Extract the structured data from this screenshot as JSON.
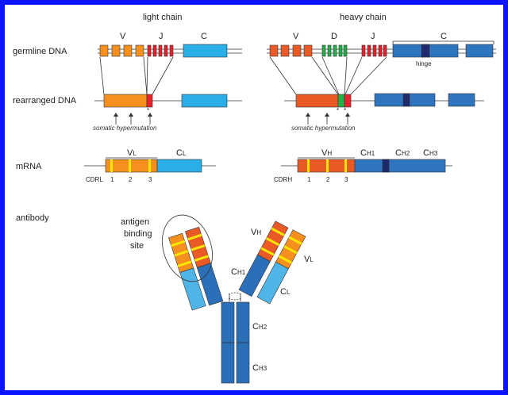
{
  "colors": {
    "border": "#0a14ff",
    "v_light": "#f5901e",
    "j_light": "#e8212a",
    "c_light": "#29aee8",
    "v_heavy": "#ea5a27",
    "d_heavy": "#22b04a",
    "j_heavy": "#e8212a",
    "c_heavy": "#2f74bf",
    "hinge": "#1f2a6b",
    "cdr": "#f6e600",
    "light_constant_ab": "#4fb4e6",
    "heavy_constant_ab": "#2b6fb8"
  },
  "headers": {
    "light_chain": "light chain",
    "heavy_chain": "heavy chain"
  },
  "row_labels": {
    "germline": "germline DNA",
    "rearranged": "rearranged DNA",
    "mrna": "mRNA",
    "antibody": "antibody"
  },
  "segments": {
    "light": {
      "v": "V",
      "j": "J",
      "c": "C"
    },
    "heavy": {
      "v": "V",
      "d": "D",
      "j": "J",
      "c": "C",
      "hinge": "hinge"
    }
  },
  "annotations": {
    "somatic_light": "somatic hypermutation",
    "somatic_heavy": "somatic hypermutation",
    "star": "*"
  },
  "mrna": {
    "light": {
      "v_label": "V",
      "v_sub": "L",
      "c_label": "C",
      "c_sub": "L",
      "cdr_label": "CDRL",
      "cdr_numbers": [
        "1",
        "2",
        "3"
      ]
    },
    "heavy": {
      "v_label": "V",
      "v_sub": "H",
      "ch1": "C",
      "ch1_sub": "H1",
      "ch2": "C",
      "ch2_sub": "H2",
      "ch3": "C",
      "ch3_sub": "H3",
      "cdr_label": "CDRH",
      "cdr_numbers": [
        "1",
        "2",
        "3"
      ]
    }
  },
  "antibody": {
    "antigen_site": [
      "antigen",
      "binding",
      "site"
    ],
    "vh": {
      "main": "V",
      "sub": "H"
    },
    "vl": {
      "main": "V",
      "sub": "L"
    },
    "ch1": {
      "main": "C",
      "sub": "H1"
    },
    "cl": {
      "main": "C",
      "sub": "L"
    },
    "ch2": {
      "main": "C",
      "sub": "H2"
    },
    "ch3": {
      "main": "C",
      "sub": "H3"
    }
  }
}
